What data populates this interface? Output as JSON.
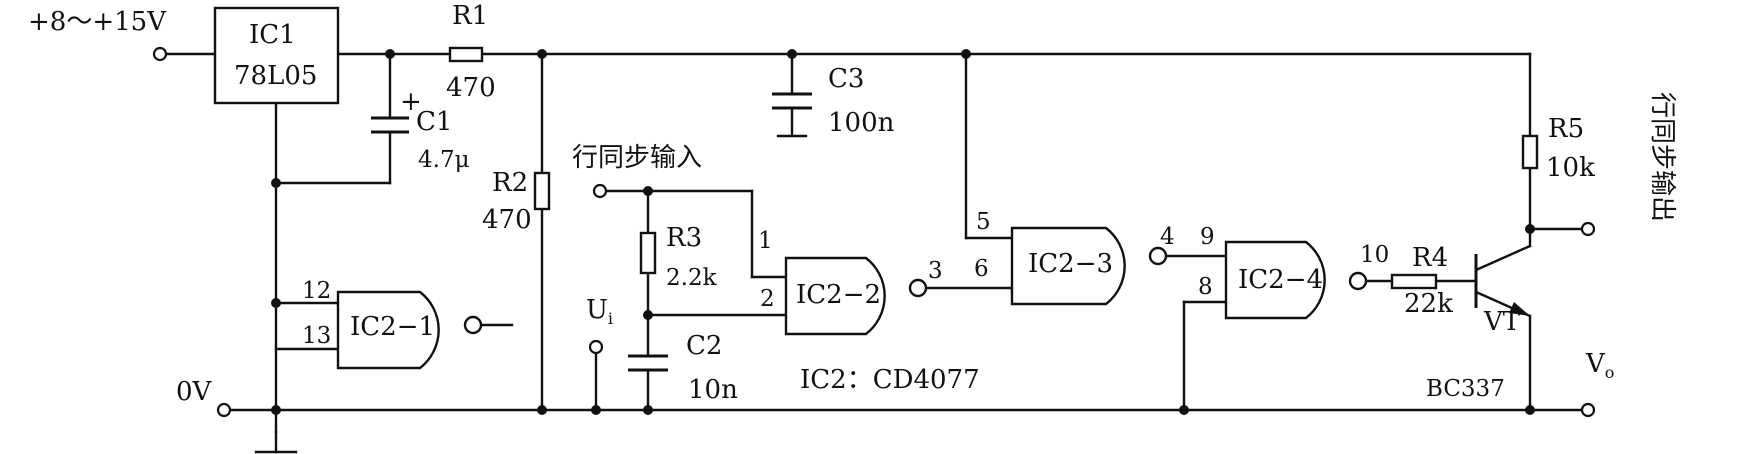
{
  "supply": {
    "input_label": "+8～+15V",
    "ground_label": "0V"
  },
  "regulator": {
    "ref": "IC1",
    "part": "78L05"
  },
  "resistors": {
    "r1": {
      "ref": "R1",
      "value": "470"
    },
    "r2": {
      "ref": "R2",
      "value": "470"
    },
    "r3": {
      "ref": "R3",
      "value": "2.2k"
    },
    "r4": {
      "ref": "R4",
      "value": "22k"
    },
    "r5": {
      "ref": "R5",
      "value": "10k"
    }
  },
  "capacitors": {
    "c1": {
      "ref": "C1",
      "value": "4.7μ",
      "polarity": "+"
    },
    "c2": {
      "ref": "C2",
      "value": "10n"
    },
    "c3": {
      "ref": "C3",
      "value": "100n"
    }
  },
  "gates": {
    "g1": {
      "ref": "IC2−1",
      "pin_a": "12",
      "pin_b": "13"
    },
    "g2": {
      "ref": "IC2−2",
      "pin_a": "1",
      "pin_b": "2",
      "pin_out": "3"
    },
    "g3": {
      "ref": "IC2−3",
      "pin_a": "5",
      "pin_b": "6",
      "pin_out": "4"
    },
    "g4": {
      "ref": "IC2−4",
      "pin_a": "9",
      "pin_b": "8",
      "pin_out": "10"
    }
  },
  "ic_note": "IC2：CD4077",
  "transistor": {
    "ref": "VT",
    "part": "BC337"
  },
  "signals": {
    "sync_input": "行同步输入",
    "sync_output": "行同步输出",
    "ui": "U",
    "ui_sub": "i",
    "vo": "V",
    "vo_sub": "o"
  }
}
